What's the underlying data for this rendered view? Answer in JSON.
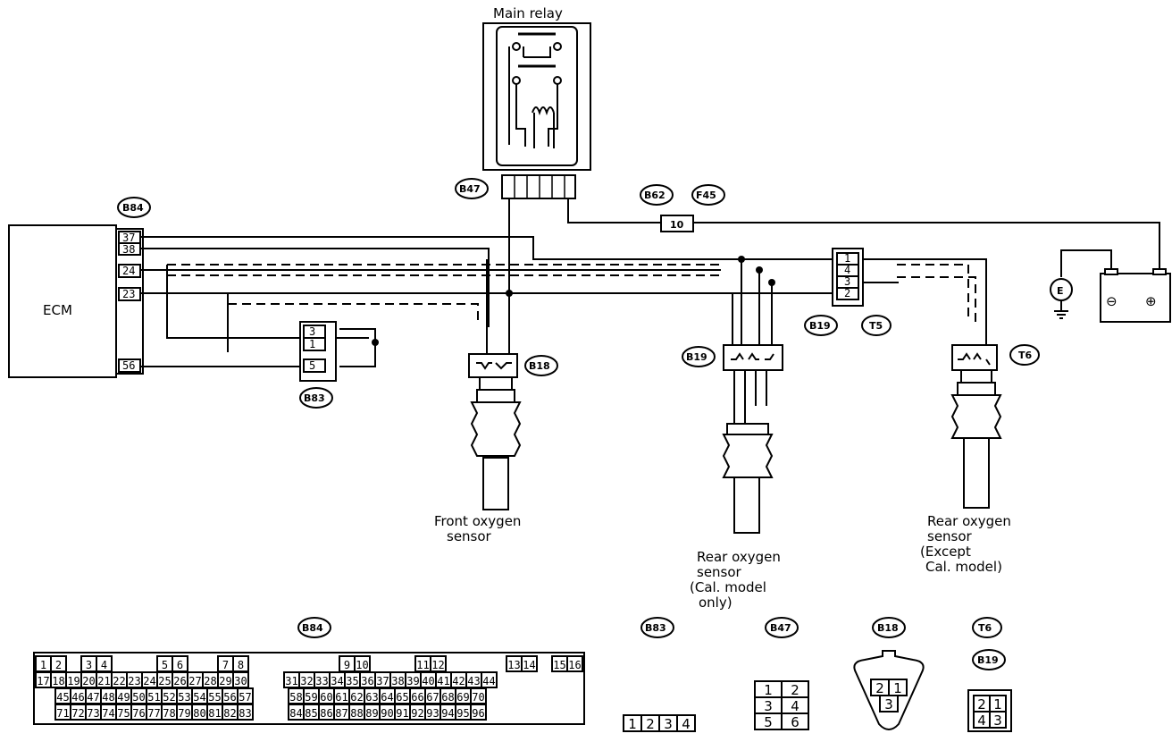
{
  "labels": {
    "main_relay": "Main relay",
    "ecm": "ECM",
    "front_sensor": [
      "Front oxygen",
      "sensor"
    ],
    "rear_sensor_cal": [
      "Rear oxygen",
      "sensor",
      "(Cal. model",
      "only)"
    ],
    "rear_sensor_except": [
      "Rear oxygen",
      "sensor",
      "(Except",
      "Cal. model)"
    ]
  },
  "connectors": {
    "b84": "B84",
    "b83": "B83",
    "b47": "B47",
    "b18": "B18",
    "b19": "B19",
    "b62": "B62",
    "f45": "F45",
    "t5": "T5",
    "t6": "T6"
  },
  "ecm_pins": [
    "37",
    "38",
    "24",
    "23",
    "56"
  ],
  "b83_pins": [
    "3",
    "1",
    "5"
  ],
  "t5_pins": [
    "1",
    "4",
    "3",
    "2"
  ],
  "fuse_label": "10",
  "ground_symbol": "E",
  "battery_symbols": [
    "⊖",
    "⊕"
  ],
  "b84_face": {
    "row1": [
      "1",
      "2",
      "",
      "3",
      "4",
      "",
      "",
      "",
      "5",
      "6",
      "",
      "",
      "7",
      "8",
      "",
      "",
      "",
      "",
      "",
      "",
      "9",
      "10",
      "",
      "",
      "",
      "11",
      "12",
      "",
      "",
      "",
      "",
      "13",
      "14",
      "",
      "15",
      "16"
    ],
    "row2": [
      "17",
      "18",
      "19",
      "20",
      "21",
      "22",
      "23",
      "24",
      "25",
      "26",
      "27",
      "28",
      "29",
      "30",
      "",
      "31",
      "32",
      "33",
      "34",
      "35",
      "36",
      "37",
      "38",
      "39",
      "40",
      "41",
      "42",
      "43",
      "44"
    ],
    "row3": [
      "45",
      "46",
      "47",
      "48",
      "49",
      "50",
      "51",
      "52",
      "53",
      "54",
      "55",
      "56",
      "57",
      "",
      "58",
      "59",
      "60",
      "61",
      "62",
      "63",
      "64",
      "65",
      "66",
      "67",
      "68",
      "69",
      "70"
    ],
    "row4": [
      "71",
      "72",
      "73",
      "74",
      "75",
      "76",
      "77",
      "78",
      "79",
      "80",
      "81",
      "82",
      "83",
      "",
      "84",
      "85",
      "86",
      "87",
      "88",
      "89",
      "90",
      "91",
      "92",
      "93",
      "94",
      "95",
      "96"
    ]
  },
  "b83_face": [
    "1",
    "2",
    "3",
    "4"
  ],
  "b47_face": [
    "1",
    "2",
    "3",
    "4",
    "5",
    "6"
  ],
  "b18_face": [
    "2",
    "1",
    "3"
  ],
  "t6_face_label_top": "T6",
  "t6_face_label_bottom": "B19",
  "t6_face": [
    "2",
    "1",
    "4",
    "3"
  ]
}
